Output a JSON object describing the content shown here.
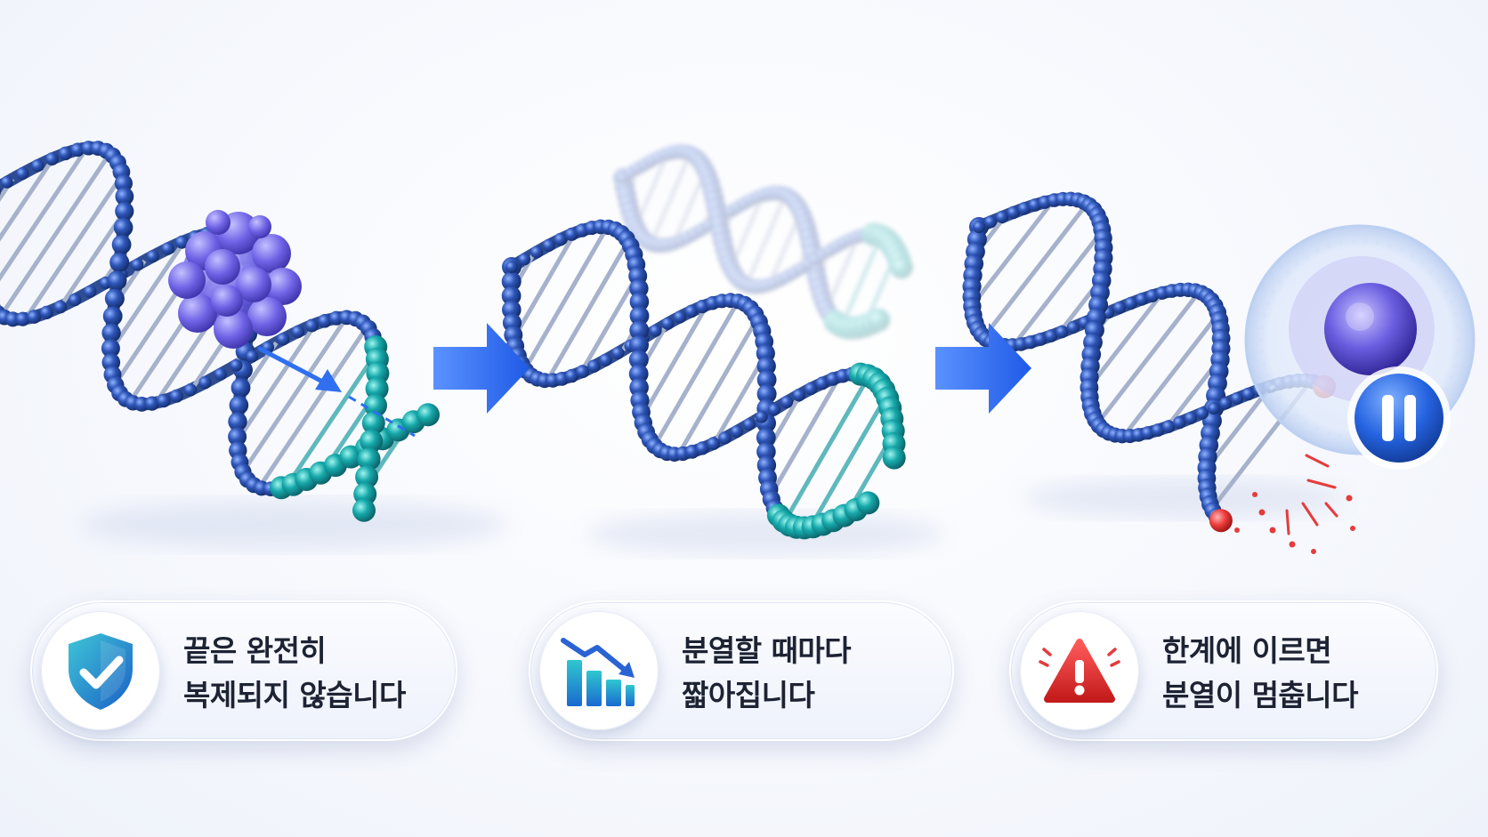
{
  "steps": [
    {
      "icon": "shield-check-icon",
      "line1": "끝은 완전히",
      "line2": "복제되지 않습니다"
    },
    {
      "icon": "bar-chart-decline-icon",
      "line1": "분열할 때마다",
      "line2": "짧아집니다"
    },
    {
      "icon": "warning-triangle-icon",
      "line1": "한계에 이르면",
      "line2": "분열이 멈춥니다"
    }
  ],
  "colors": {
    "backbone": "#1f3f8e",
    "rung": "#9aa8c4",
    "telomere": "#14a3a8",
    "enzyme": "#6b5fe0",
    "arrow": "#2f6ff0",
    "damage": "#e23a3a"
  }
}
